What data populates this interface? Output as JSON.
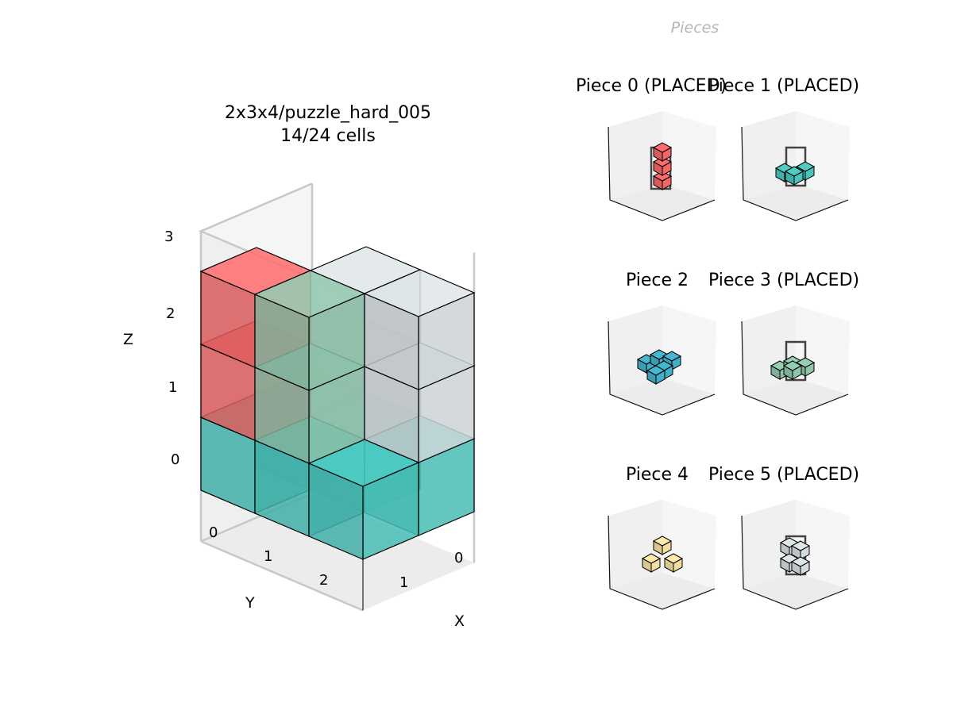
{
  "header": "Pieces",
  "main": {
    "title_line1": "2x3x4/puzzle_hard_005",
    "title_line2": "14/24 cells",
    "axes": {
      "x_label": "X",
      "y_label": "Y",
      "z_label": "Z",
      "x_ticks": [
        "0",
        "1"
      ],
      "y_ticks": [
        "0",
        "1",
        "2"
      ],
      "z_ticks": [
        "0",
        "1",
        "2",
        "3"
      ]
    }
  },
  "pieces": [
    {
      "label": "Piece 0 (PLACED)",
      "color": "#ff6b6b",
      "placed": true
    },
    {
      "label": "Piece 1 (PLACED)",
      "color": "#4ecdc4",
      "placed": true
    },
    {
      "label": "Piece 2",
      "color": "#45b7d1",
      "placed": false
    },
    {
      "label": "Piece 3 (PLACED)",
      "color": "#96ceb4",
      "placed": true
    },
    {
      "label": "Piece 4",
      "color": "#ffeaa7",
      "placed": false
    },
    {
      "label": "Piece 5 (PLACED)",
      "color": "#dfe6e9",
      "placed": true
    }
  ],
  "colors": {
    "piece0": "#ff6b6b",
    "piece1": "#4ecdc4",
    "piece3": "#96ceb4",
    "piece5": "#dfe6e9",
    "pane_left": "#efefef",
    "pane_back": "#f5f5f5",
    "pane_floor": "#ececec"
  }
}
